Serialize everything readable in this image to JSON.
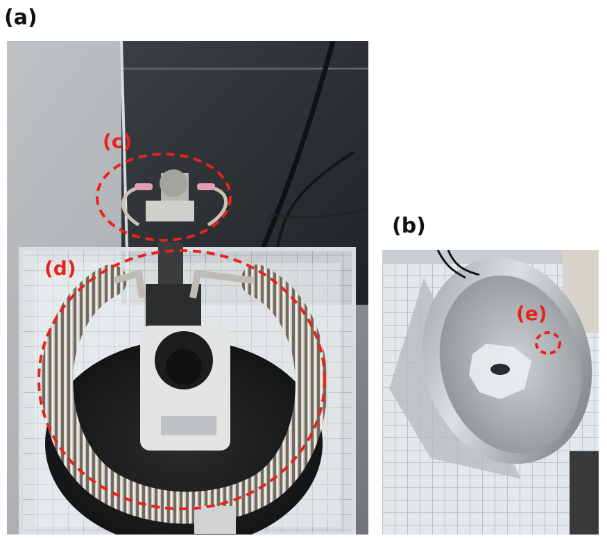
{
  "figure": {
    "panel_a_label": "(a)",
    "panel_b_label": "(b)"
  },
  "annotations": {
    "c": "(c)",
    "d": "(d)",
    "e": "(e)"
  },
  "colors": {
    "annotation_red": "#e8221c",
    "panel_label": "#111111"
  }
}
